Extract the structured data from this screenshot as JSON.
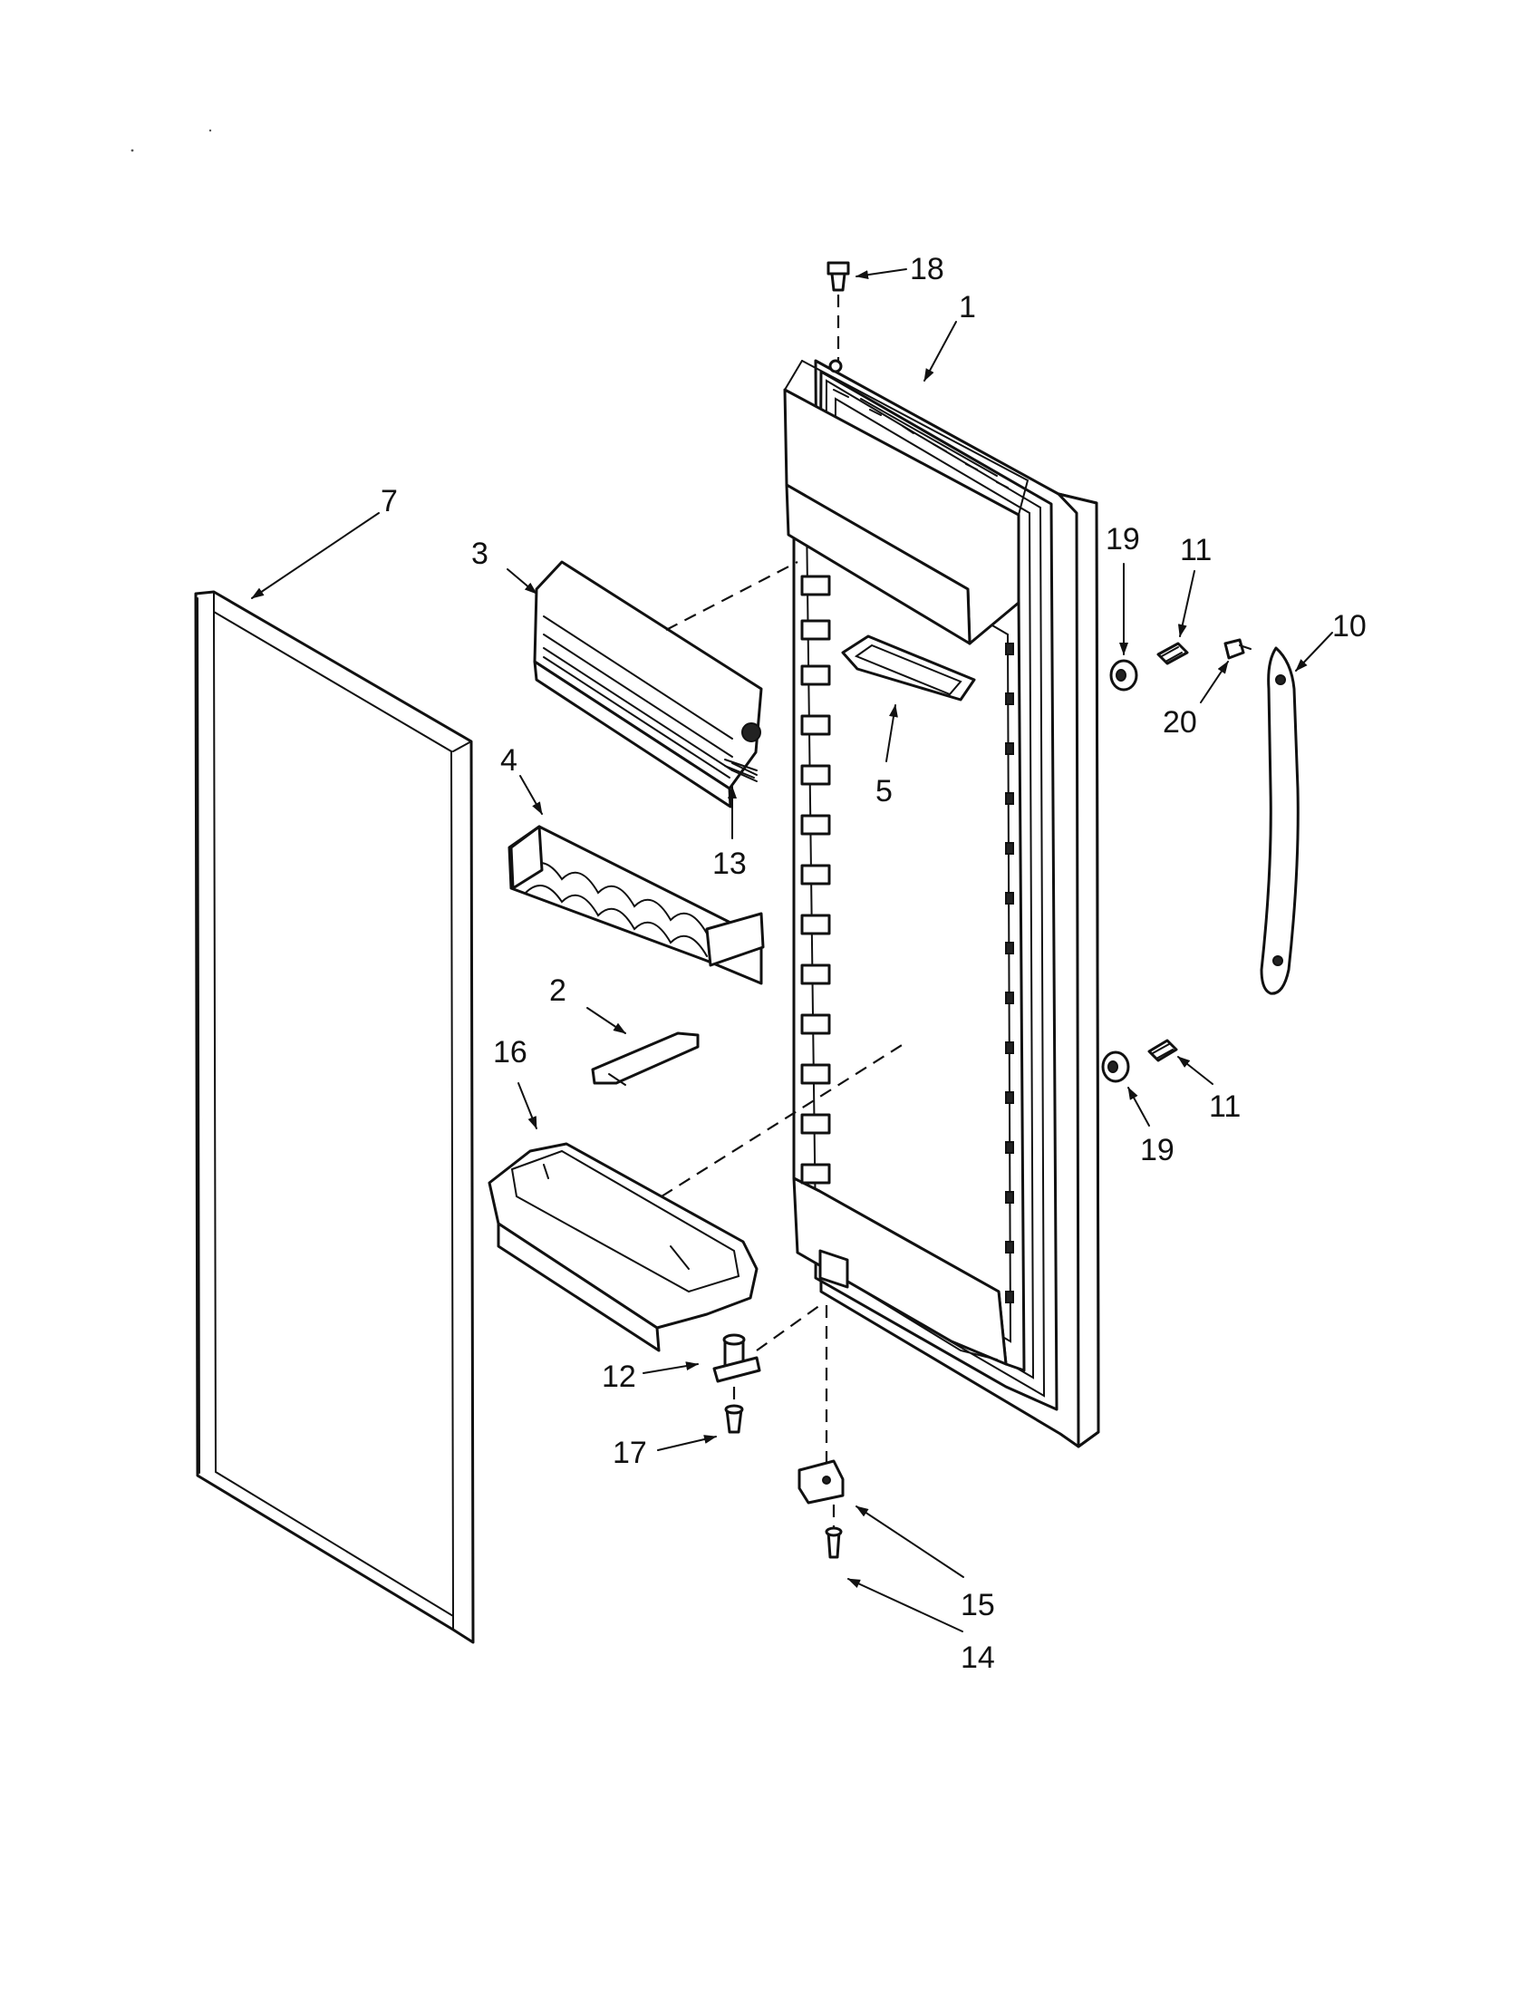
{
  "diagram": {
    "callouts": [
      {
        "id": "18",
        "text": "18"
      },
      {
        "id": "1",
        "text": "1"
      },
      {
        "id": "7",
        "text": "7"
      },
      {
        "id": "3",
        "text": "3"
      },
      {
        "id": "19a",
        "text": "19"
      },
      {
        "id": "11a",
        "text": "11"
      },
      {
        "id": "10",
        "text": "10"
      },
      {
        "id": "20",
        "text": "20"
      },
      {
        "id": "5",
        "text": "5"
      },
      {
        "id": "4",
        "text": "4"
      },
      {
        "id": "13",
        "text": "13"
      },
      {
        "id": "2",
        "text": "2"
      },
      {
        "id": "16",
        "text": "16"
      },
      {
        "id": "11b",
        "text": "11"
      },
      {
        "id": "19b",
        "text": "19"
      },
      {
        "id": "12",
        "text": "12"
      },
      {
        "id": "17",
        "text": "17"
      },
      {
        "id": "15",
        "text": "15"
      },
      {
        "id": "14",
        "text": "14"
      }
    ]
  }
}
